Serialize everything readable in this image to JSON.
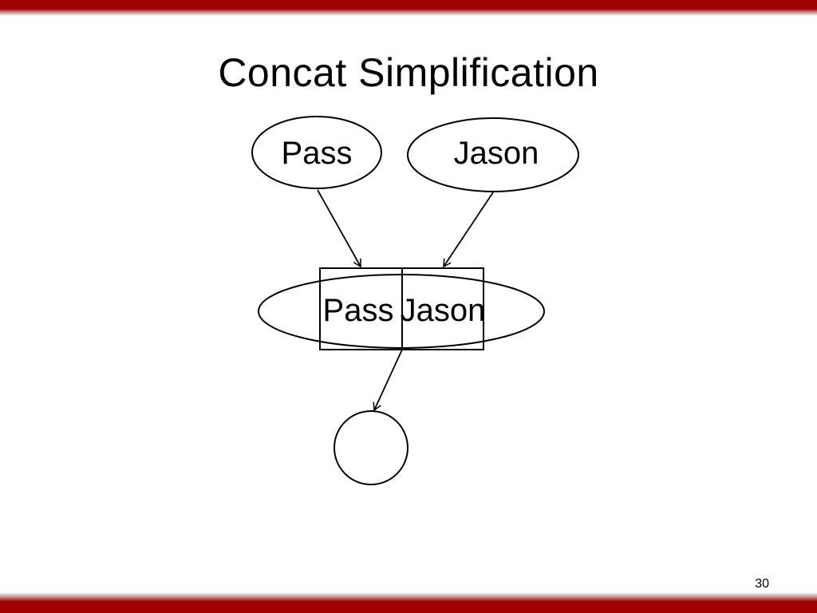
{
  "slide": {
    "title": "Concat Simplification",
    "page_number": "30"
  },
  "diagram": {
    "nodes": {
      "input_left": "Pass",
      "input_right": "Jason",
      "concat_left": "Pass",
      "concat_right": "Jason",
      "output": ""
    }
  },
  "colors": {
    "accent_bar": "#a00000",
    "stroke": "#000000",
    "background": "#ffffff"
  }
}
